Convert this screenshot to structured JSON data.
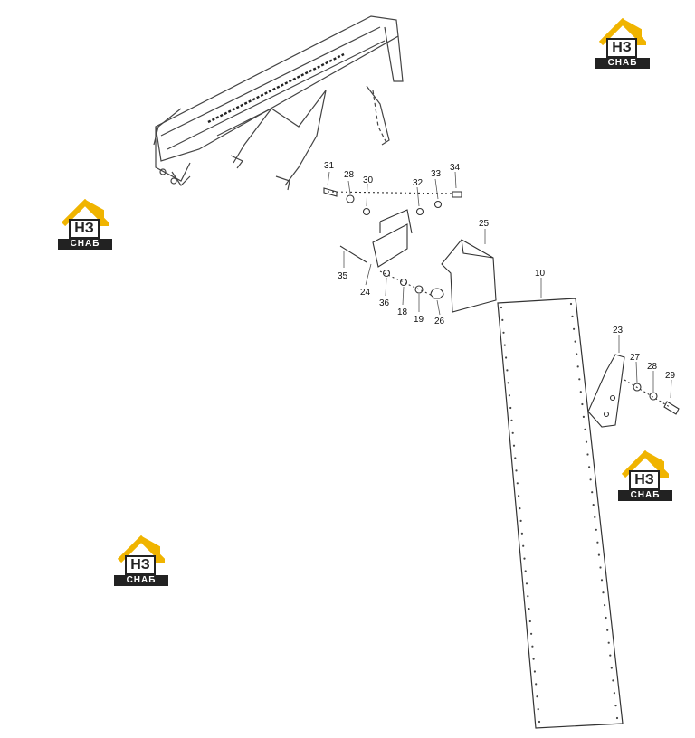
{
  "logo": {
    "mark": "НЗ",
    "caption": "СНАБ"
  },
  "callouts": [
    {
      "key": "c31",
      "text": "31"
    },
    {
      "key": "c28a",
      "text": "28"
    },
    {
      "key": "c30",
      "text": "30"
    },
    {
      "key": "c32",
      "text": "32"
    },
    {
      "key": "c33",
      "text": "33"
    },
    {
      "key": "c34",
      "text": "34"
    },
    {
      "key": "c25",
      "text": "25"
    },
    {
      "key": "c35",
      "text": "35"
    },
    {
      "key": "c24",
      "text": "24"
    },
    {
      "key": "c36",
      "text": "36"
    },
    {
      "key": "c18",
      "text": "18"
    },
    {
      "key": "c19",
      "text": "19"
    },
    {
      "key": "c26",
      "text": "26"
    },
    {
      "key": "c10",
      "text": "10"
    },
    {
      "key": "c23",
      "text": "23"
    },
    {
      "key": "c27",
      "text": "27"
    },
    {
      "key": "c28b",
      "text": "28"
    },
    {
      "key": "c29",
      "text": "29"
    }
  ],
  "colors": {
    "logo_yellow": "#f0b400",
    "logo_dark": "#222222",
    "line": "#333333"
  }
}
